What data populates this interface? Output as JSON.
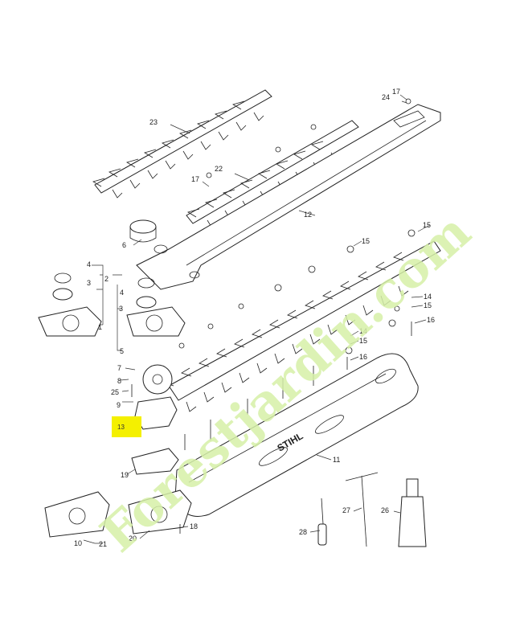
{
  "parts": [
    {
      "id": "part-1",
      "label": "1"
    },
    {
      "id": "part-2",
      "label": "2"
    },
    {
      "id": "part-3a",
      "label": "3"
    },
    {
      "id": "part-3b",
      "label": "3"
    },
    {
      "id": "part-4a",
      "label": "4"
    },
    {
      "id": "part-4b",
      "label": "4"
    },
    {
      "id": "part-5",
      "label": "5"
    },
    {
      "id": "part-6",
      "label": "6"
    },
    {
      "id": "part-7",
      "label": "7"
    },
    {
      "id": "part-8",
      "label": "8"
    },
    {
      "id": "part-9",
      "label": "9"
    },
    {
      "id": "part-10",
      "label": "10"
    },
    {
      "id": "part-11",
      "label": "11"
    },
    {
      "id": "part-12",
      "label": "12"
    },
    {
      "id": "part-14a",
      "label": "14"
    },
    {
      "id": "part-14b",
      "label": "14"
    },
    {
      "id": "part-15a",
      "label": "15"
    },
    {
      "id": "part-15b",
      "label": "15"
    },
    {
      "id": "part-15c",
      "label": "15"
    },
    {
      "id": "part-15d",
      "label": "15"
    },
    {
      "id": "part-16a",
      "label": "16"
    },
    {
      "id": "part-16b",
      "label": "16"
    },
    {
      "id": "part-17a",
      "label": "17"
    },
    {
      "id": "part-17b",
      "label": "17"
    },
    {
      "id": "part-18",
      "label": "18"
    },
    {
      "id": "part-19",
      "label": "19"
    },
    {
      "id": "part-20",
      "label": "20"
    },
    {
      "id": "part-21",
      "label": "21"
    },
    {
      "id": "part-22",
      "label": "22"
    },
    {
      "id": "part-23",
      "label": "23"
    },
    {
      "id": "part-24",
      "label": "24"
    },
    {
      "id": "part-25",
      "label": "25"
    },
    {
      "id": "part-26",
      "label": "26"
    },
    {
      "id": "part-27",
      "label": "27"
    },
    {
      "id": "part-28",
      "label": "28"
    }
  ],
  "highlight_label": "13",
  "guard_brand": "STIHL",
  "watermark_text": "Forestjardin.com",
  "colors": {
    "highlight": "#f4f000",
    "watermark_green": "#d6f0a8",
    "watermark_orange": "#f6c98a",
    "watermark_gray": "#d8cfc4",
    "line": "#222222"
  }
}
